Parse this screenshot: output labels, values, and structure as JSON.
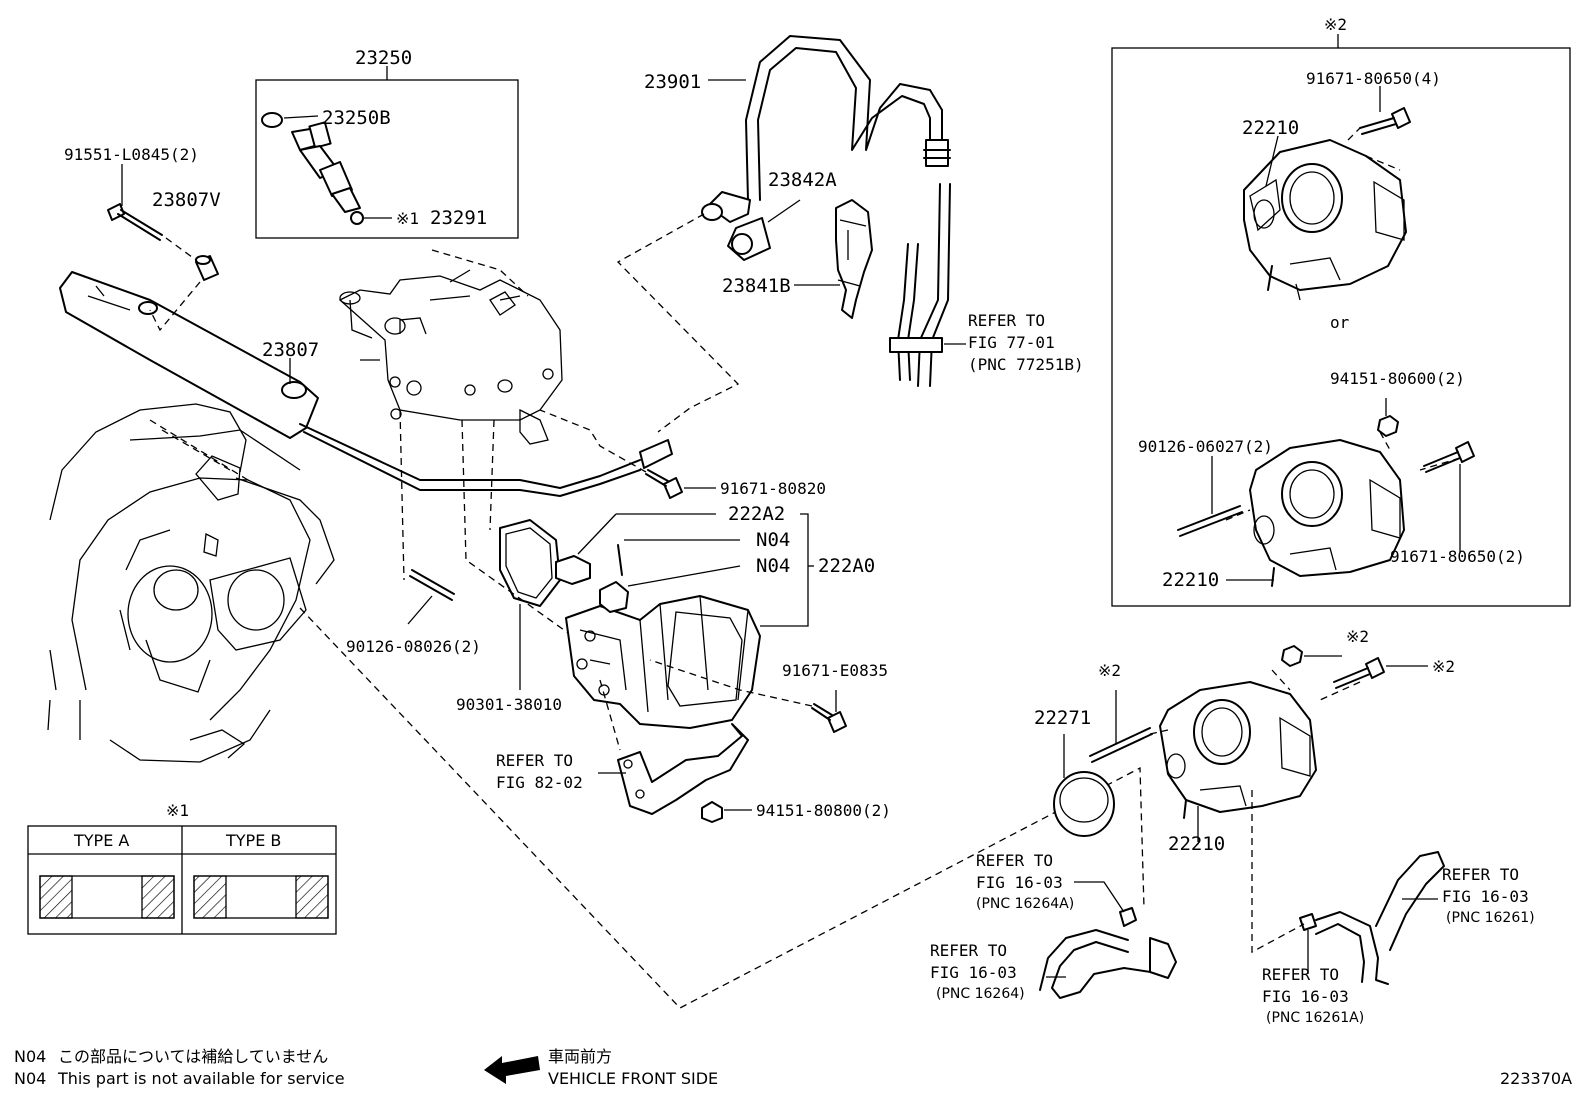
{
  "part_numbers": {
    "p23250": "23250",
    "p23250B": "23250B",
    "p23291": "23291",
    "p23291_mark": "※1",
    "p91551": "91551-L0845(2)",
    "p23807V": "23807V",
    "p23807": "23807",
    "p23901": "23901",
    "p23842A": "23842A",
    "p23841B": "23841B",
    "p91671_80820": "91671-80820",
    "p222A2": "222A2",
    "pN04_a": "N04",
    "pN04_b": "N04",
    "p222A0": "222A0",
    "p90126_08026": "90126-08026(2)",
    "p90301_38010": "90301-38010",
    "p91671_E0835": "91671-E0835",
    "p94151_80800": "94151-80800(2)",
    "p22271": "22271",
    "p22271_mark": "※2",
    "p22210_main": "22210",
    "mark_nut": "※2",
    "mark_bolt": "※2"
  },
  "inset": {
    "mark": "※2",
    "p91671_80650_4": "91671-80650(4)",
    "p22210_top": "22210",
    "or": "or",
    "p94151_80600": "94151-80600(2)",
    "p90126_06027": "90126-06027(2)",
    "p91671_80650_2": "91671-80650(2)",
    "p22210_bottom": "22210"
  },
  "refs": {
    "r77": [
      "REFER TO",
      "FIG 77-01",
      "(PNC 77251B)"
    ],
    "r82": [
      "REFER TO",
      "FIG 82-02"
    ],
    "r16264A": [
      "REFER TO",
      "FIG 16-03",
      "(PNC 16264A)"
    ],
    "r16264": [
      "REFER TO",
      "FIG 16-03",
      "(PNC 16264)"
    ],
    "r16261": [
      "REFER TO",
      "FIG 16-03",
      "(PNC 16261)"
    ],
    "r16261A": [
      "REFER TO",
      "FIG 16-03",
      "(PNC 16261A)"
    ]
  },
  "type_table": {
    "mark": "※1",
    "type_a": "TYPE A",
    "type_b": "TYPE B"
  },
  "footnote": {
    "code1": "N04",
    "text_jp": "この部品については補給していません",
    "code2": "N04",
    "text_en": "This part is not available for service"
  },
  "direction": {
    "jp": "車両前方",
    "en": "VEHICLE FRONT SIDE"
  },
  "figure_id": "223370A"
}
